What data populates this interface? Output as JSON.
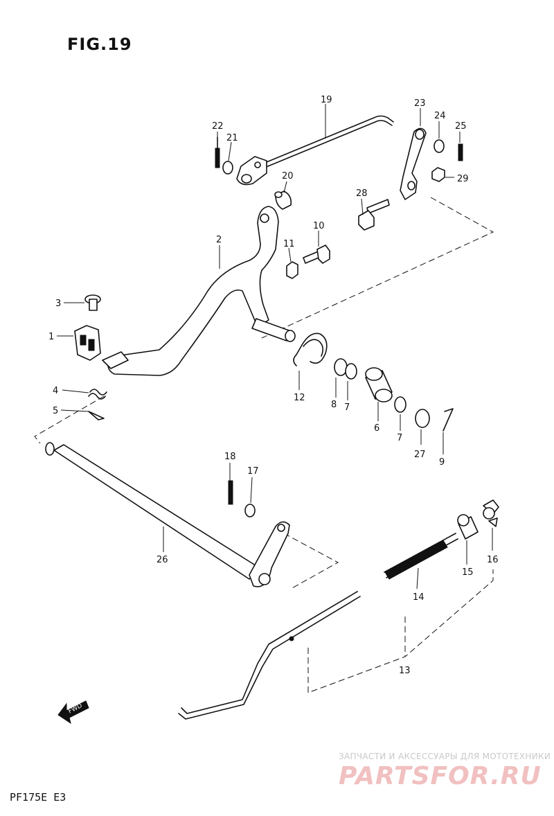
{
  "figure": {
    "title": "FIG.19"
  },
  "footer": {
    "model": "PF175E E3"
  },
  "watermark": {
    "tagline": "ЗАПЧАСТИ И АКСЕССУАРЫ ДЛЯ МОТОТЕХНИКИ",
    "logo": "PARTSFOR.RU"
  },
  "direction_marker": {
    "label": "FWD"
  },
  "callouts": {
    "c1": "1",
    "c2": "2",
    "c3": "3",
    "c4": "4",
    "c5": "5",
    "c6": "6",
    "c7a": "7",
    "c7b": "7",
    "c8": "8",
    "c9": "9",
    "c10": "10",
    "c11": "11",
    "c12": "12",
    "c13": "13",
    "c14": "14",
    "c15": "15",
    "c16": "16",
    "c17": "17",
    "c18": "18",
    "c19": "19",
    "c20": "20",
    "c21": "21",
    "c22": "22",
    "c23": "23",
    "c24": "24",
    "c25": "25",
    "c26": "26",
    "c27": "27",
    "c28": "28",
    "c29": "29"
  },
  "colors": {
    "ink": "#111111",
    "background": "#ffffff",
    "watermark_logo": "#f1c0c0",
    "watermark_text": "#c9c9c9"
  }
}
